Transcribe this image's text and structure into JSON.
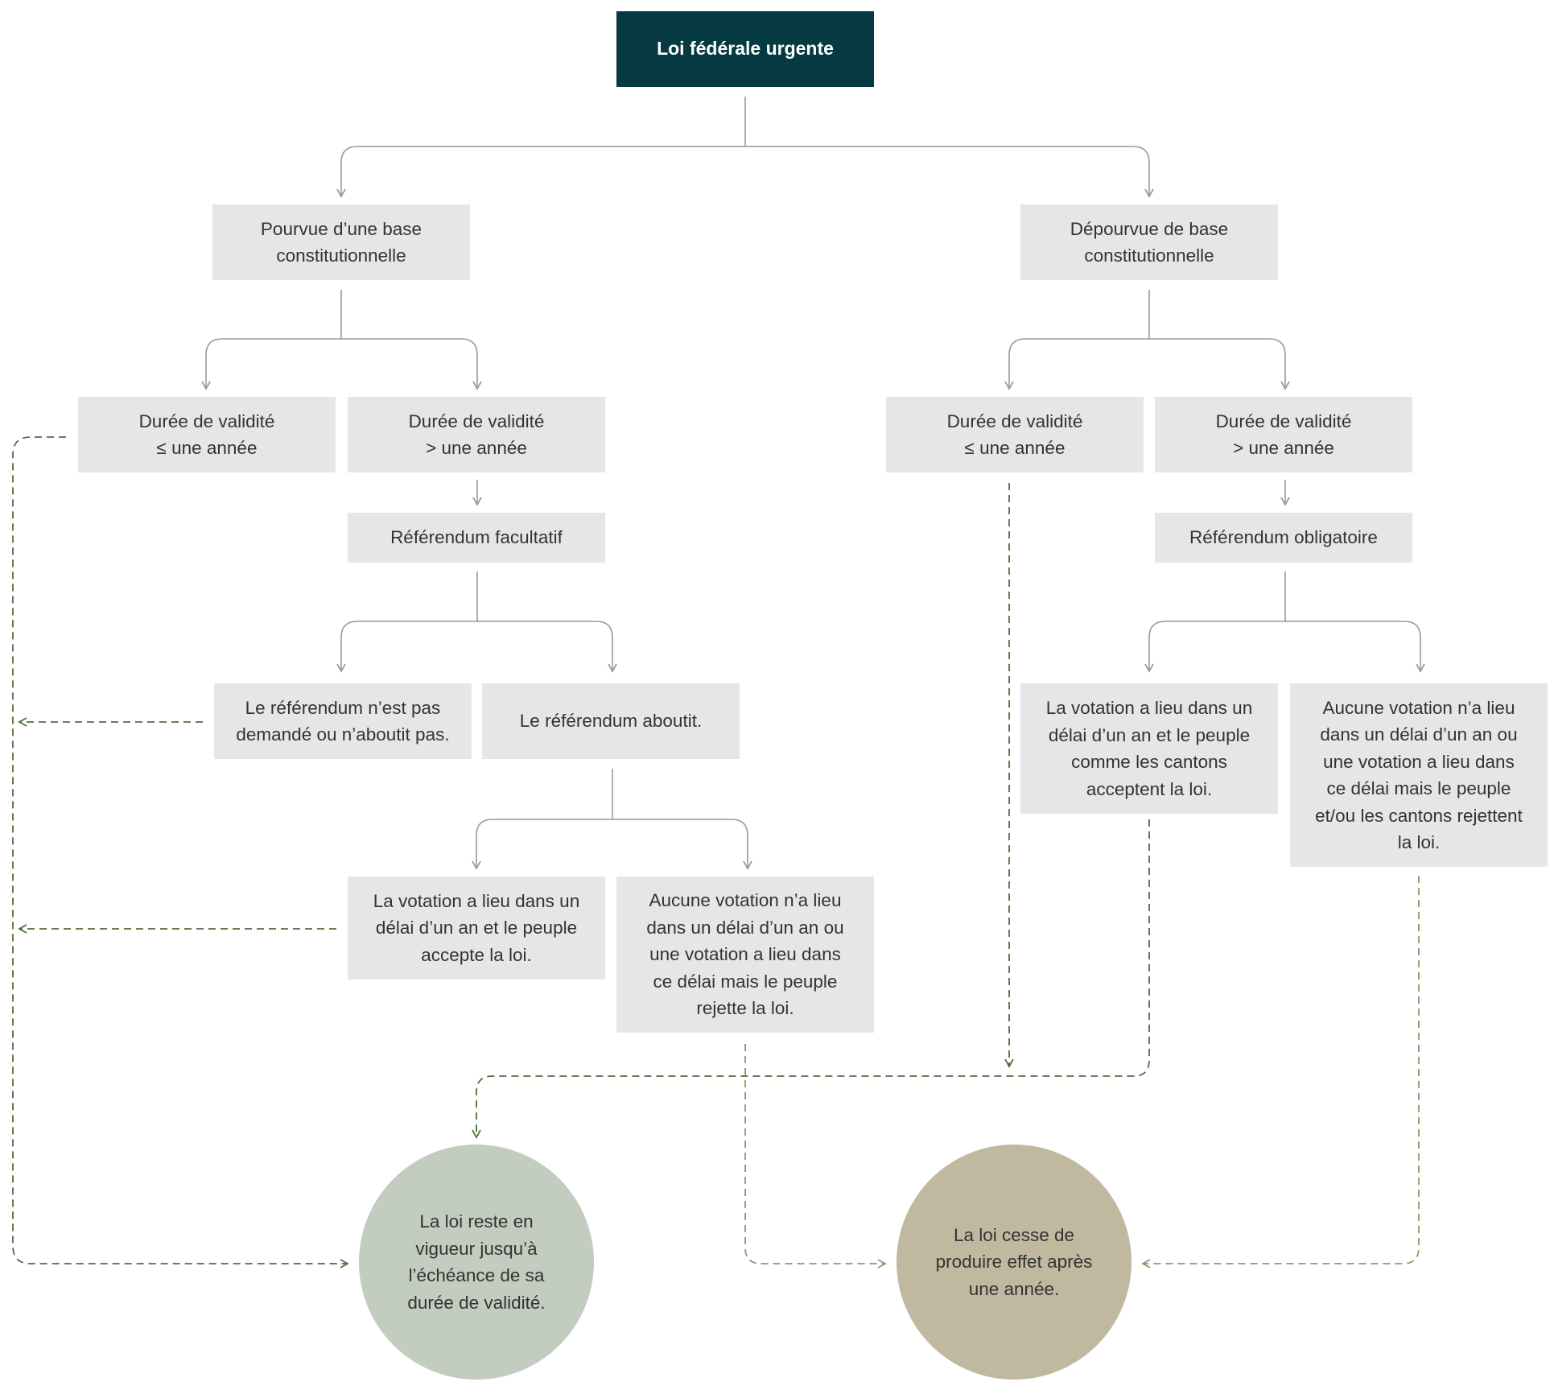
{
  "colors": {
    "root_bg": "#053a42",
    "box_bg": "#e6e6e6",
    "connector": "#999999",
    "green_path": "#4e6f3c",
    "olive_path": "#9b9266",
    "circle_green": "#c2ccbf",
    "circle_olive": "#c0b99f"
  },
  "root": "Loi fédérale urgente",
  "left": {
    "label": "Pourvue d’une base\nconstitutionnelle",
    "validity_short": "Durée de validité\n≤ une année",
    "validity_long": "Durée de validité\n> une année",
    "referendum": "Référendum facultatif",
    "not_requested": "Le référendum n’est pas\ndemandé ou n’aboutit pas.",
    "succeeds": "Le référendum aboutit.",
    "vote_accepted": "La votation a lieu dans un\ndélai d’un an et le peuple\naccepte la loi.",
    "vote_rejected": "Aucune votation n’a lieu\ndans un délai d’un an ou\nune votation a lieu dans\nce délai mais le peuple\nrejette la loi."
  },
  "right": {
    "label": "Dépourvue de base\nconstitutionnelle",
    "validity_short": "Durée de validité\n≤ une année",
    "validity_long": "Durée de validité\n> une année",
    "referendum": "Référendum obligatoire",
    "vote_accepted": "La votation a lieu dans un\ndélai d’un an et le peuple\ncomme les cantons\nacceptent la loi.",
    "vote_rejected": "Aucune votation n’a lieu\ndans un délai d’un an ou\nune votation a lieu dans\nce délai mais le peuple\net/ou les cantons rejettent\nla loi."
  },
  "outcomes": {
    "remains": "La loi reste en\nvigueur jusqu’à\nl’échéance de sa\ndurée de validité.",
    "ceases": "La loi cesse de\nproduire effet après\nune année."
  }
}
